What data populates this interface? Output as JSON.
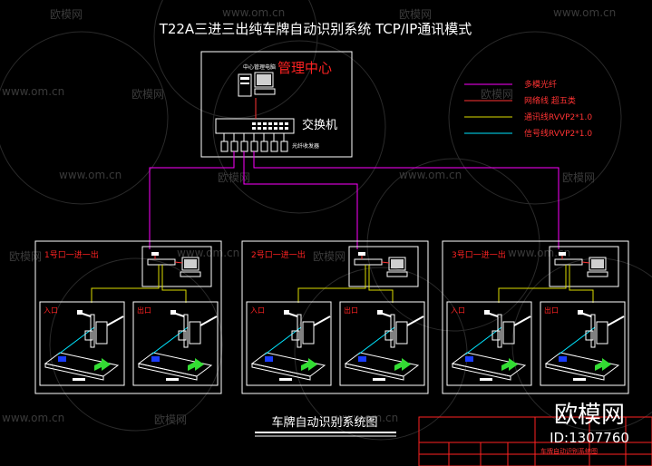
{
  "title": "T22A三进三出纯车牌自动识别系统 TCP/IP通讯模式",
  "center": {
    "label": "管理中心",
    "pc_label": "中心管理电脑",
    "switch_label": "交换机",
    "transceiver_label": "光纤收发器"
  },
  "legend": [
    {
      "label": "多模光纤",
      "color": "#ff00ff"
    },
    {
      "label": "网络线 超五类",
      "color": "#ff3333"
    },
    {
      "label": "通讯线RVVP2*1.0",
      "color": "#dddd00"
    },
    {
      "label": "信号线RVVP2*1.0",
      "color": "#00e5ff"
    }
  ],
  "stations": [
    {
      "label": "1号口一进一出",
      "entry": "入口",
      "exit": "出口"
    },
    {
      "label": "2号口一进一出",
      "entry": "入口",
      "exit": "出口"
    },
    {
      "label": "3号口一进一出",
      "entry": "入口",
      "exit": "出口"
    }
  ],
  "caption": "车牌自动识别系统图",
  "watermark": {
    "site": "www.om.cn",
    "brand": "欧模网",
    "id": "ID:1307760"
  },
  "title_block": {
    "drawing_name": "车牌自动识别系统图"
  },
  "colors": {
    "background": "#000000",
    "fiber": "#ff00ff",
    "network": "#ff3333",
    "comm": "#dddd00",
    "signal": "#00e5ff",
    "frame": "#ff2222",
    "white": "#ffffff"
  }
}
